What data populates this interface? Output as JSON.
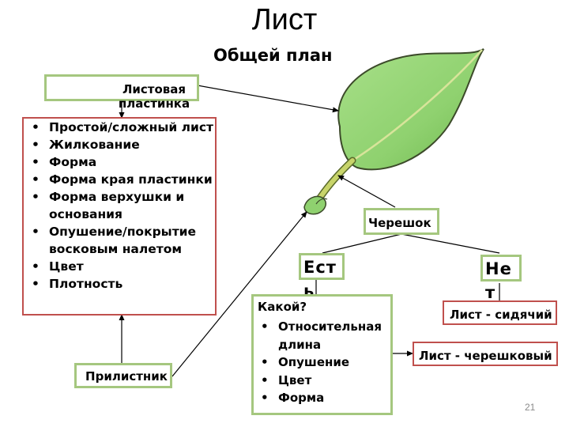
{
  "title": "Лист",
  "subtitle": "Общей план",
  "blade_label": "Листовая пластинка",
  "blade_features": [
    "Простой/сложный лист",
    "Жилкование",
    "Форма",
    "Форма края пластинки",
    "Форма верхушки и основания",
    "Опушение/покрытие восковым налетом",
    "Цвет",
    "Плотность"
  ],
  "stipule_label": "Прилистник",
  "petiole_label": "Черешок",
  "yes_label": "Есть",
  "no_label": "Нет",
  "petiole_details": {
    "heading": "Какой?",
    "items": [
      "Относительная длина",
      "Опушение",
      "Цвет",
      "Форма"
    ]
  },
  "sessile_label": "Лист - сидячий",
  "petiolate_label": "Лист - черешковый",
  "page_number": "21",
  "colors": {
    "leaf_fill": "#8fd16f",
    "leaf_stem": "#c8d46a",
    "green_border": "#a5c77f",
    "red_border": "#c0504d"
  }
}
